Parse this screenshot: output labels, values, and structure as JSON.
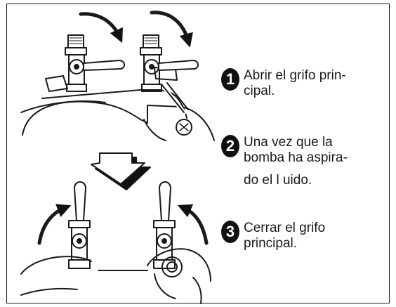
{
  "steps": [
    {
      "number": "1",
      "lines": [
        "Abrir el grifo prin-",
        "cipal."
      ]
    },
    {
      "number": "2",
      "lines": [
        "Una vez que la",
        "bomba ha aspira-",
        "do el l uido."
      ]
    },
    {
      "number": "3",
      "lines": [
        "Cerrar el grifo",
        "principal."
      ]
    }
  ],
  "colors": {
    "ink": "#1a1a1a",
    "badge": "#111111",
    "background": "#ffffff"
  },
  "icons": {
    "top_arrows": "curved-arrow-down-icon",
    "bottom_arrows": "curved-arrow-up-icon",
    "transition": "down-arrow-icon"
  }
}
